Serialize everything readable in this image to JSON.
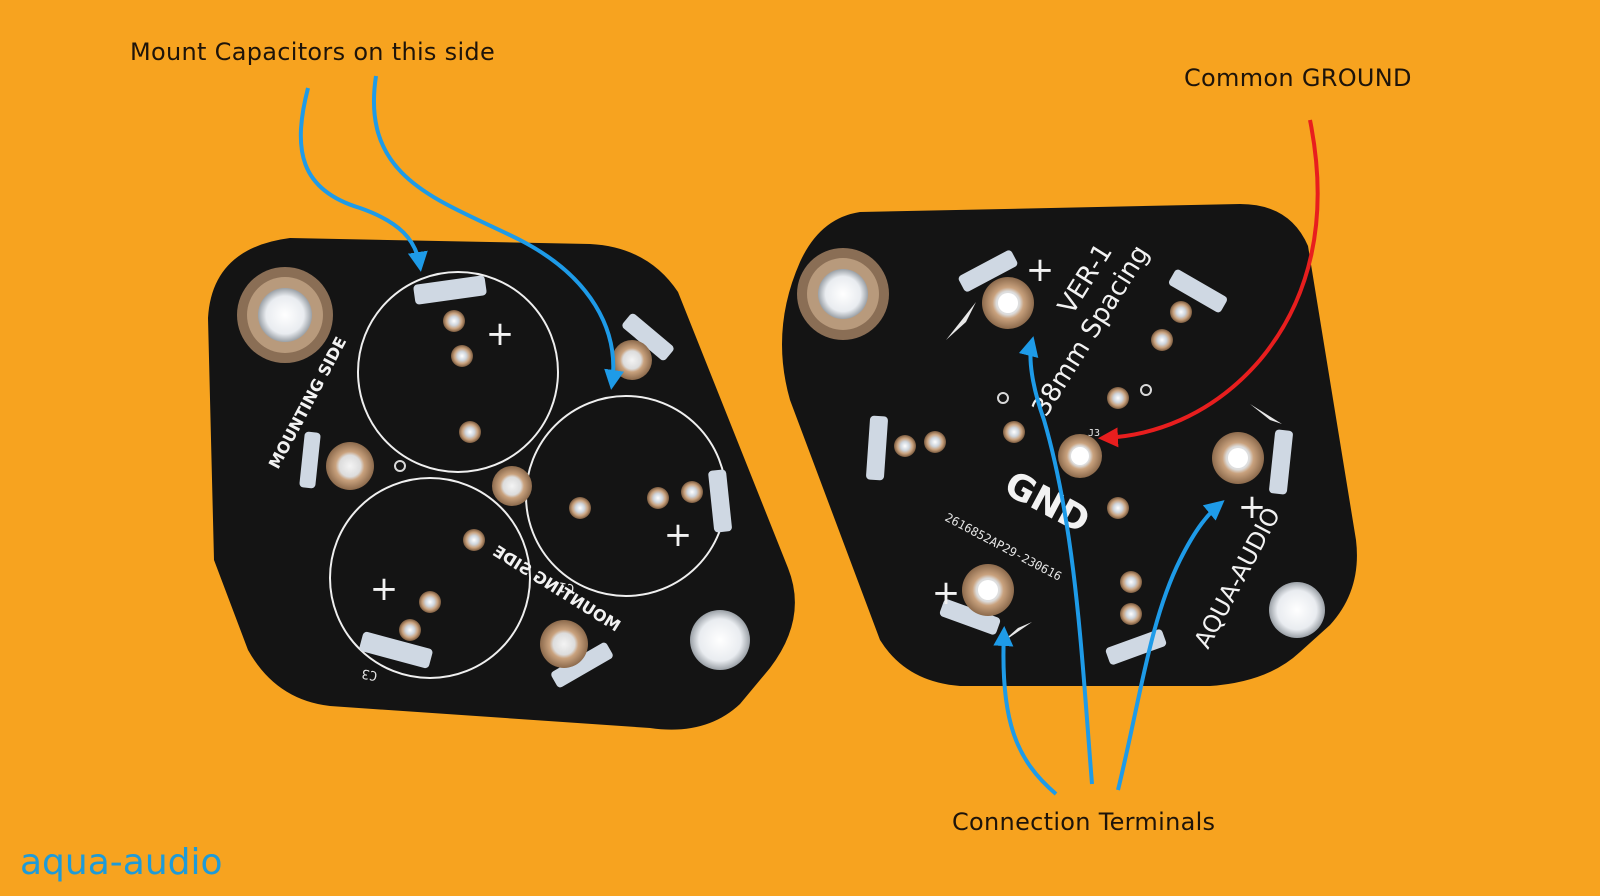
{
  "labels": {
    "mount_capacitors": "Mount Capacitors on this side",
    "common_ground": "Common GROUND",
    "connection_terminals": "Connection Terminals"
  },
  "brand": "aqua-audio",
  "left_board": {
    "mounting_side_label": "MOUNTING SIDE",
    "plus_symbol": "+",
    "cap_refs": [
      "C1",
      "C3"
    ]
  },
  "right_board": {
    "version_label": "VER-1",
    "spacing_label": "38mm Spacing",
    "gnd_label": "GND",
    "part_number": "2616852AP29-230616",
    "maker_label": "AQUA-AUDIO",
    "plus_symbol": "+",
    "ref_label": "J3"
  },
  "colors": {
    "background": "#F7A31F",
    "board": "#141414",
    "silkscreen": "#F2F2F2",
    "copper": "#C9A27E",
    "arrow_blue": "#1E9BE8",
    "arrow_red": "#E81E1E",
    "brand_blue": "#1E9BD8"
  }
}
